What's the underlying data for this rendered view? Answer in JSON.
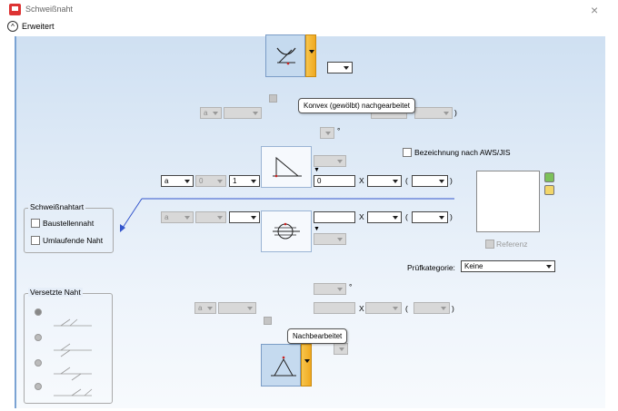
{
  "window": {
    "title": "Schweißnaht",
    "close_glyph": "×"
  },
  "expander": {
    "label": "Erweitert",
    "glyph": "^"
  },
  "top": {
    "dropdown_value": "",
    "row1": {
      "a_combo": "a",
      "bracket": ")"
    },
    "degree_sign": "°"
  },
  "tooltips": {
    "top": "Konvex (gewölbt) nachgearbeitet",
    "bottom": "Nachbearbeitet"
  },
  "aws_label": "Bezeichnung nach AWS/JIS",
  "upper_row": {
    "a_combo": "a",
    "n_combo": "0",
    "one_combo": "1",
    "text_value": "0",
    "x_label": "X",
    "paren_open": "(",
    "paren_close": ")"
  },
  "lower_row": {
    "a_combo": "a",
    "x_label": "X",
    "paren_open": "(",
    "paren_close": ")"
  },
  "weld_type": {
    "title": "Schweißnahtart",
    "options": [
      "Baustellennaht",
      "Umlaufende Naht"
    ]
  },
  "referenz_label": "Referenz",
  "pruefkategorie": {
    "label": "Prüfkategorie:",
    "value": "Keine"
  },
  "offset": {
    "title": "Versetzte Naht"
  },
  "bottom": {
    "degree_sign": "°",
    "row": {
      "a_combo": "a",
      "x_label": "X",
      "paren_open": "(",
      "paren_close": ")"
    }
  },
  "colors": {
    "accent": "#f0a920",
    "leader_line": "#3355cc",
    "symbol_red": "#cc2222"
  }
}
